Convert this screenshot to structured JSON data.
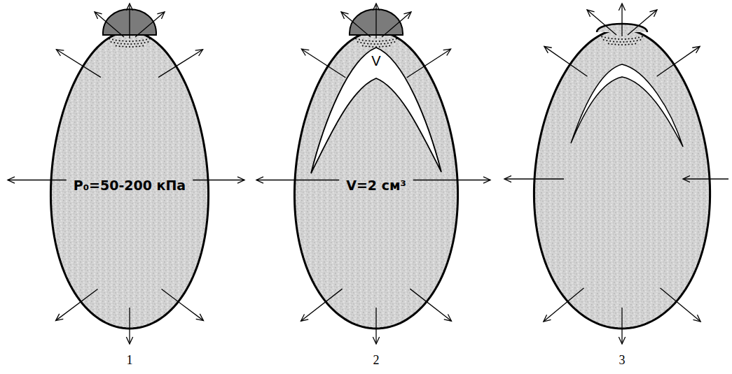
{
  "diagram": {
    "nodes": [
      {
        "text": [
          "P₀=50-200 кПа",
          "1"
        ]
      },
      {
        "text": [
          "V=2 см³",
          "2"
        ]
      },
      {
        "text": [
          "V"
        ],
        "in": 1
      },
      {
        "text": [
          "3"
        ]
      }
    ]
  }
}
